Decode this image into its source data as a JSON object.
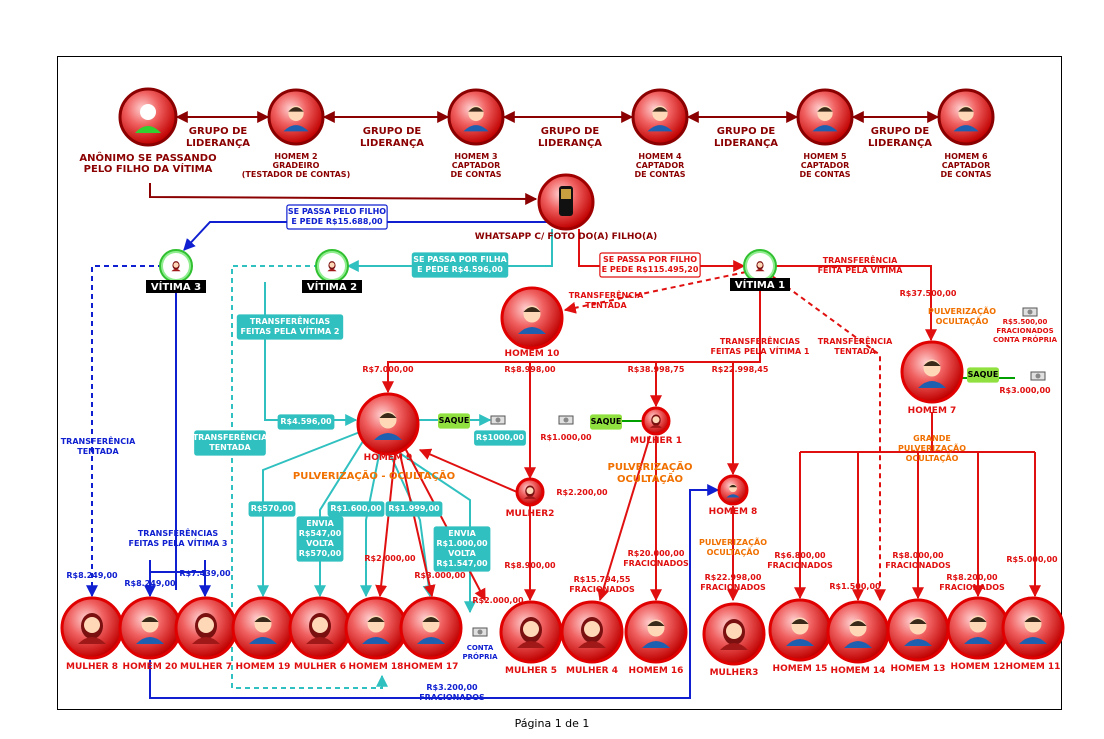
{
  "footer": "Página 1 de 1",
  "colors": {
    "red": "#e01010",
    "darkred": "#8b0000",
    "blue": "#1020d0",
    "teal": "#30c0c0",
    "orange": "#f07000",
    "green": "#00a000"
  },
  "nodes": {
    "anon": {
      "lines": [
        "ANÔNIMO SE PASSANDO",
        "PELO FILHO DA VÍTIMA"
      ],
      "style": "big-green"
    },
    "h2": {
      "lines": [
        "HOMEM 2",
        "GRADEIRO",
        "(TESTADOR DE CONTAS)"
      ],
      "style": "small-dark"
    },
    "h3": {
      "lines": [
        "HOMEM 3",
        "CAPTADOR",
        "DE CONTAS"
      ],
      "style": "small-dark"
    },
    "h4": {
      "lines": [
        "HOMEM 4",
        "CAPTADOR",
        "DE CONTAS"
      ],
      "style": "small-dark"
    },
    "h5": {
      "lines": [
        "HOMEM 5",
        "CAPTADOR",
        "DE CONTAS"
      ],
      "style": "small-dark"
    },
    "h6": {
      "lines": [
        "HOMEM 6",
        "CAPTADOR",
        "DE CONTAS"
      ],
      "style": "small-dark"
    },
    "phone": {
      "lines": [
        "WHATSAPP C/ FOTO DO(A)  FILHO(A)"
      ],
      "style": "phone"
    },
    "v3": {
      "lines": [
        "VÍTIMA 3"
      ],
      "style": "victim"
    },
    "v2": {
      "lines": [
        "VÍTIMA 2"
      ],
      "style": "victim"
    },
    "v1": {
      "lines": [
        "VÍTIMA 1"
      ],
      "style": "victim"
    },
    "h10": {
      "lines": [
        "HOMEM 10"
      ]
    },
    "h9": {
      "lines": [
        "HOMEM 9"
      ]
    },
    "h7": {
      "lines": [
        "HOMEM 7"
      ]
    },
    "m1": {
      "lines": [
        "MULHER 1"
      ]
    },
    "m2": {
      "lines": [
        "MULHER2"
      ]
    },
    "h8": {
      "lines": [
        "HOMEM 8"
      ]
    },
    "m8": {
      "lines": [
        "MULHER 8"
      ]
    },
    "h20": {
      "lines": [
        "HOMEM 20"
      ]
    },
    "m7": {
      "lines": [
        "MULHER 7"
      ]
    },
    "h19": {
      "lines": [
        "HOMEM 19"
      ]
    },
    "m6": {
      "lines": [
        "MULHER 6"
      ]
    },
    "h18": {
      "lines": [
        "HOMEM 18"
      ]
    },
    "h17": {
      "lines": [
        "HOMEM 17"
      ]
    },
    "m5": {
      "lines": [
        "MULHER 5"
      ]
    },
    "m4": {
      "lines": [
        "MULHER 4"
      ]
    },
    "h16": {
      "lines": [
        "HOMEM 16"
      ]
    },
    "m3": {
      "lines": [
        "MULHER3"
      ]
    },
    "h15": {
      "lines": [
        "HOMEM 15"
      ]
    },
    "h14": {
      "lines": [
        "HOMEM 14"
      ]
    },
    "h13": {
      "lines": [
        "HOMEM 13"
      ]
    },
    "h12": {
      "lines": [
        "HOMEM 12"
      ]
    },
    "h11": {
      "lines": [
        "HOMEM 11"
      ]
    }
  },
  "labels": {
    "grupo1": [
      "GRUPO DE",
      "LIDERANÇA"
    ],
    "grupo2": [
      "GRUPO DE",
      "LIDERANÇA"
    ],
    "grupo3": [
      "GRUPO DE",
      "LIDERANÇA"
    ],
    "grupo4": [
      "GRUPO DE",
      "LIDERANÇA"
    ],
    "grupo5": [
      "GRUPO DE",
      "LIDERANÇA"
    ],
    "sepassa_v3": [
      "SE PASSA PELO FILHO",
      "E PEDE R$15.688,00"
    ],
    "sepassa_v2": [
      "SE PASSA POR FILHA",
      "E PEDE R$4.596,00"
    ],
    "sepassa_v1": [
      "SE PASSA POR FILHO",
      "E PEDE R$115.495,20"
    ],
    "transf_feita_v1": [
      "TRANSFERÊNCIA",
      "FEITA PELA VÍTIMA"
    ],
    "transf_tentada_h10": [
      "TRANSFERÊNCIA",
      "TENTADA"
    ],
    "transf_feitas_v2": [
      "TRANSFERÊNCIAS",
      "FEITAS PELA VÍTIMA 2"
    ],
    "transf_feitas_v1": [
      "TRANSFERÊNCIAS",
      "FEITAS PELA VÍTIMA 1"
    ],
    "transf_tentada_h14": [
      "TRANSFERÊNCIA",
      "TENTADA"
    ],
    "r37500": [
      "R$37.500,00"
    ],
    "pulv_h7": [
      "PULVERIZAÇÃO",
      "OCULTAÇÃO"
    ],
    "r5500": [
      "R$5.500,00",
      "FRACIONADOS",
      "CONTA PRÓPRIA"
    ],
    "r7000": [
      "R$7.000,00"
    ],
    "r8998": [
      "R$8.998,00"
    ],
    "r38998": [
      "R$38.998,75"
    ],
    "r22998_45": [
      "R$22.998,45"
    ],
    "saque_h7": [
      "SAQUE"
    ],
    "r3000_h7": [
      "R$3.000,00"
    ],
    "r4596": [
      "R$4.596,00"
    ],
    "saque_h9": [
      "SAQUE"
    ],
    "r1000_h9": [
      "R$1000,00"
    ],
    "saque_m1": [
      "SAQUE"
    ],
    "r1000_m1": [
      "R$1.000,00"
    ],
    "transf_tentada_v3": [
      "TRANSFERÊNCIA",
      "TENTADA"
    ],
    "transf_tentada_v2": [
      "TRANSFERÊNCIA",
      "TENTADA"
    ],
    "pulv_h9": [
      "PULVERIZAÇÃO - OCULTAÇÃO"
    ],
    "pulv_m1": [
      "PULVERIZAÇÃO",
      "OCULTAÇÃO"
    ],
    "grande_pulv": [
      "GRANDE",
      "PULVERIZAÇÃO",
      "OCULTAÇÃO"
    ],
    "r2200": [
      "R$2.200,00"
    ],
    "r570": [
      "R$570,00"
    ],
    "envia547": [
      "ENVIA",
      "R$547,00",
      "VOLTA",
      "R$570,00"
    ],
    "r1600": [
      "R$1.600,00"
    ],
    "r1999": [
      "R$1.999,00"
    ],
    "envia1000": [
      "ENVIA",
      "R$1.000,00",
      "VOLTA",
      "R$1.547,00"
    ],
    "r2000_h18": [
      "R$2.000,00"
    ],
    "r3000_h17": [
      "R$3.000,00"
    ],
    "r2000_conta": [
      "R$2.000,00"
    ],
    "conta_propria": [
      "CONTA",
      "PRÓPRIA"
    ],
    "transf_feitas_v3": [
      "TRANSFERÊNCIAS",
      "FEITAS PELA VÍTIMA 3"
    ],
    "r8249_m8": [
      "R$8.249,00"
    ],
    "r8249_h20": [
      "R$8.249,00"
    ],
    "r7439": [
      "R$7.439,00"
    ],
    "r8900": [
      "R$8.900,00"
    ],
    "r20000": [
      "R$20.000,00",
      "FRACIONADOS"
    ],
    "r15794": [
      "R$15.794,55",
      "FRACIONADOS"
    ],
    "pulv_h8": [
      "PULVERIZAÇÃO",
      "OCULTAÇÃO"
    ],
    "r22998_00": [
      "R$22.998,00",
      "FRACIONADOS"
    ],
    "r6800": [
      "R$6.800,00",
      "FRACIONADOS"
    ],
    "r1500": [
      "R$1.500,00"
    ],
    "r8000": [
      "R$8.000,00",
      "FRACIONADOS"
    ],
    "r8200": [
      "R$8.200,00",
      "FRACIONADOS"
    ],
    "r5000": [
      "R$5.000,00"
    ],
    "r3200": [
      "R$3.200,00",
      "FRACIONADOS"
    ]
  }
}
